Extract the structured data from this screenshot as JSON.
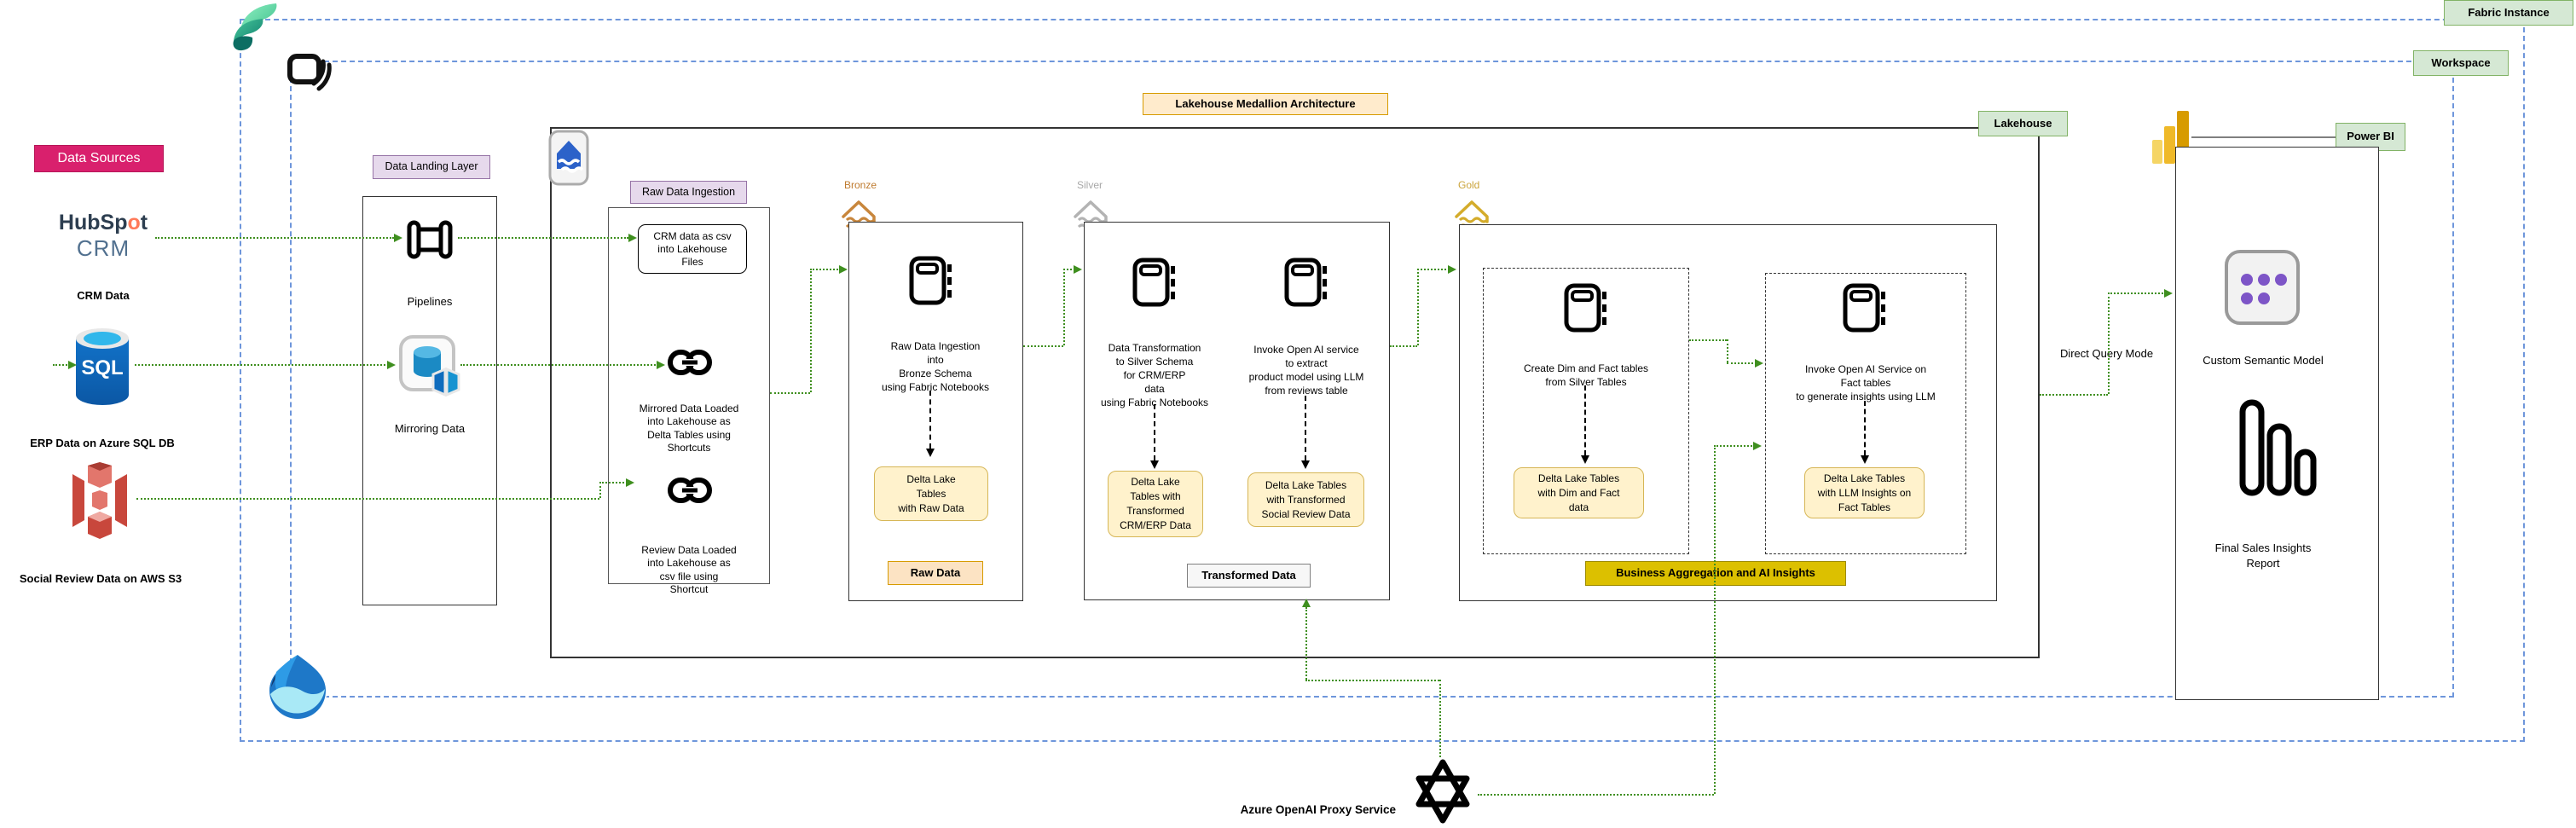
{
  "frames": {
    "fabric_instance": "Fabric Instance",
    "workspace": "Workspace"
  },
  "sources": {
    "section_label": "Data Sources",
    "hubspot": {
      "brand": "HubSp",
      "brand_o": "o",
      "brand_t": "t",
      "sub_brand": "CRM",
      "caption": "CRM Data"
    },
    "azure_sql": {
      "badge": "SQL",
      "caption": "ERP Data on Azure SQL DB"
    },
    "aws_s3": {
      "caption": "Social Review Data on AWS S3"
    }
  },
  "landing": {
    "label": "Data Landing Layer",
    "pipelines": "Pipelines",
    "mirroring": "Mirroring Data"
  },
  "medallion": {
    "title": "Lakehouse Medallion Architecture",
    "lakehouse_tag": "Lakehouse"
  },
  "ingestion": {
    "label": "Raw Data Ingestion",
    "crm_note": "CRM data as csv\ninto Lakehouse\nFiles",
    "mirrored_note": "Mirrored Data Loaded\ninto Lakehouse as\nDelta Tables using\nShortcuts",
    "review_note": "Review Data Loaded\ninto Lakehouse as\ncsv file using\nShortcut"
  },
  "bronze": {
    "label": "Bronze",
    "step": "Raw Data Ingestion\ninto\nBronze Schema\nusing Fabric Notebooks",
    "output": "Delta Lake\nTables\nwith Raw Data",
    "tag": "Raw Data"
  },
  "silver": {
    "label": "Silver",
    "step1": "Data Transformation\nto Silver Schema\nfor CRM/ERP\ndata\nusing Fabric Notebooks",
    "output1": "Delta Lake\nTables with\nTransformed\nCRM/ERP Data",
    "step2": "Invoke Open AI service\nto extract\nproduct model using LLM\nfrom reviews table",
    "output2": "Delta Lake Tables\nwith Transformed\nSocial Review Data",
    "tag": "Transformed Data"
  },
  "gold": {
    "label": "Gold",
    "step1": "Create Dim and Fact tables\nfrom Silver Tables",
    "output1": "Delta Lake Tables\nwith Dim and Fact\ndata",
    "step2": "Invoke Open AI Service on\nFact tables\nto generate insights using LLM",
    "output2": "Delta Lake Tables\nwith LLM Insights on\nFact Tables",
    "tag": "Business Aggregation and AI Insights"
  },
  "powerbi": {
    "tag": "Power BI",
    "semantic_model": "Custom Semantic Model",
    "report": "Final Sales Insights\nReport",
    "direct_query": "Direct Query Mode"
  },
  "openai": {
    "caption": "Azure OpenAI Proxy Service"
  },
  "colors": {
    "connector_green": "#3F8F1F",
    "frame_blue": "#6E96DB",
    "label_green_bg": "#D5E8D4",
    "label_lavender_bg": "#E6D9EC",
    "label_pink_bg": "#D9206D",
    "yellow_node_bg": "#FFF2CC",
    "gold_tag_bg": "#DCC000",
    "bronze": "#BF7B2F",
    "silver": "#A8A8A8",
    "gold": "#CBA43B"
  },
  "icons": {
    "fabric": "fabric-logo-icon",
    "workspace": "workspace-icon",
    "onelake": "onelake-icon",
    "hubspot": "hubspot-logo",
    "sql": "azure-sql-icon",
    "s3": "aws-s3-icon",
    "pipelines": "pipelines-icon",
    "mirroring": "mirroring-data-icon",
    "lakehouse": "lakehouse-icon",
    "house": "house-waves-icon",
    "notebook": "notebook-icon",
    "shortcut": "shortcut-link-icon",
    "openai": "openai-logo-icon",
    "powerbi": "powerbi-logo-icon",
    "semantic": "semantic-model-icon",
    "report": "report-bars-icon"
  }
}
